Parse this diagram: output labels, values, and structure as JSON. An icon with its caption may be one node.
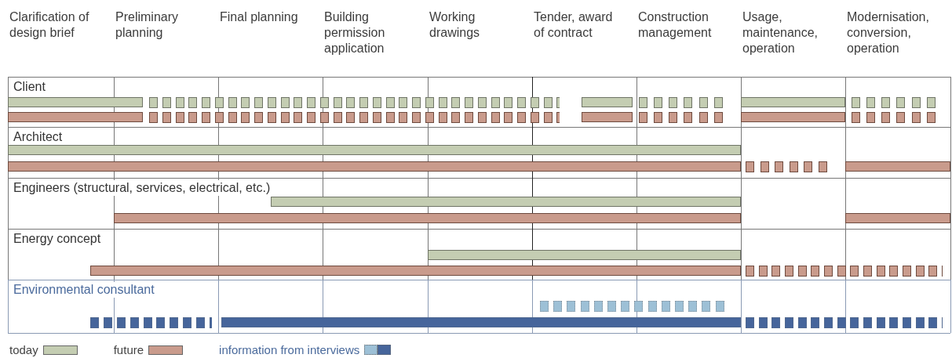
{
  "diagram": {
    "labels": [
      "Clarification of design brief",
      "Preliminary planning",
      "Final planning",
      "Building permission application",
      "Working drawings",
      "Tender, award of contract",
      "Construction management",
      "Usage, maintenance, operation",
      "Modernisation, conversion, operation",
      "Client",
      "Architect",
      "Engineers (structural, services, electrical, etc.)",
      "Energy concept",
      "Environmental consultant"
    ],
    "legend": [
      {
        "text": "today",
        "color": "#c4cdb2"
      },
      {
        "text": "future",
        "color": "#c99b8c"
      },
      {
        "text": "information from interviews"
      }
    ]
  }
}
